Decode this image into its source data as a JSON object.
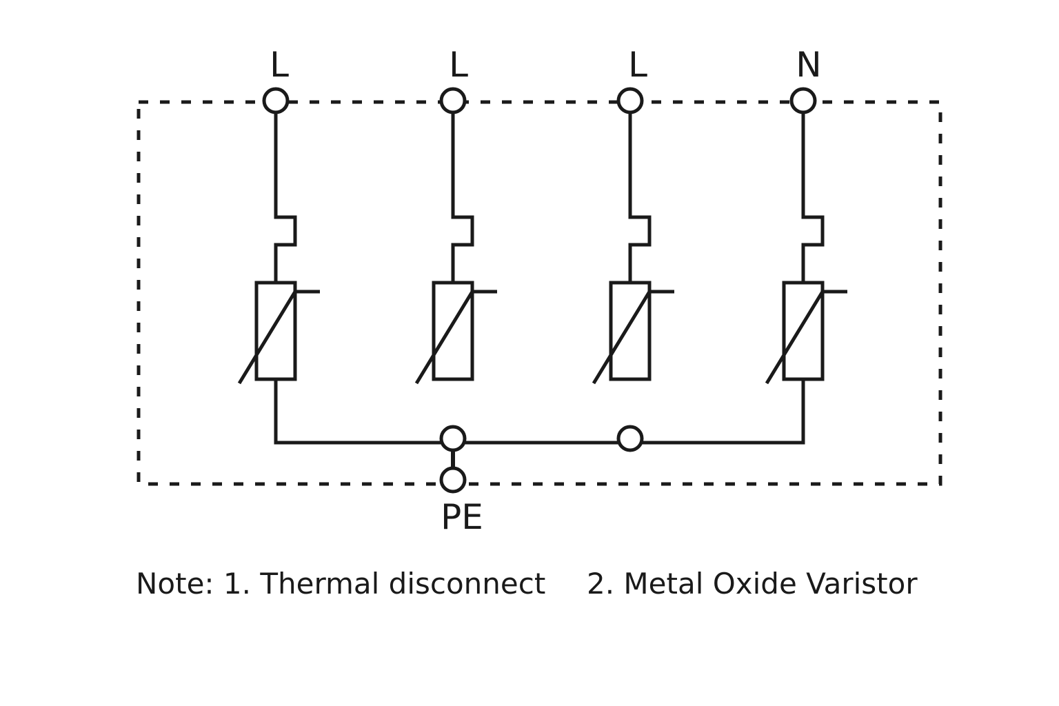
{
  "diagram": {
    "title": "Surge protective device wiring (3L + N to PE)",
    "colors": {
      "stroke": "#1a1a1a",
      "background": "#ffffff"
    },
    "terminals_top": [
      {
        "id": "L1",
        "label": "L"
      },
      {
        "id": "L2",
        "label": "L"
      },
      {
        "id": "L3",
        "label": "L"
      },
      {
        "id": "N",
        "label": "N"
      }
    ],
    "terminal_bottom": {
      "id": "PE",
      "label": "PE"
    },
    "branch_components": [
      "thermal disconnect",
      "metal oxide varistor"
    ],
    "enclosure": "dashed"
  },
  "notes": {
    "note1": "Note: 1. Thermal disconnect",
    "note2": "2. Metal Oxide Varistor"
  }
}
